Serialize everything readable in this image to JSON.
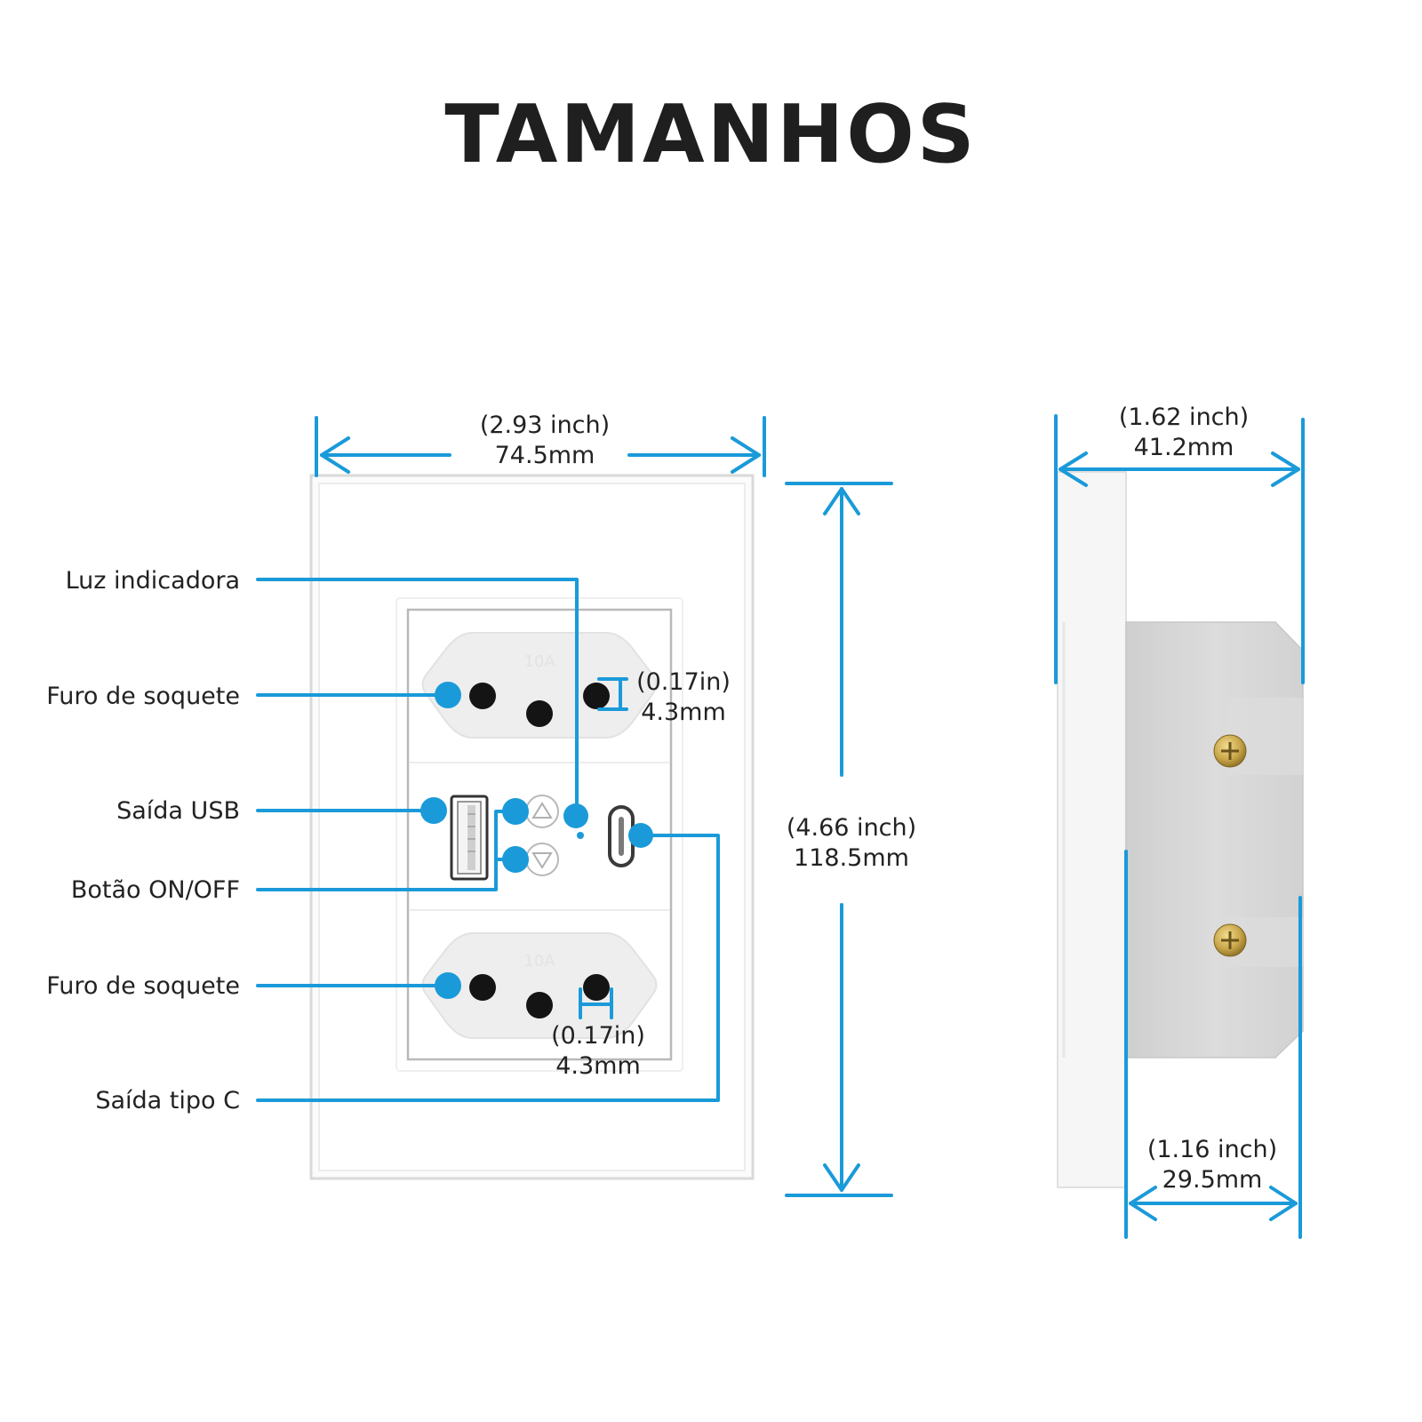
{
  "title": "TAMANHOS",
  "colors": {
    "accent": "#1a9ad9",
    "plate": "#ffffff",
    "plate_edge": "#d9d9d9",
    "body_gray": "#d6d6d6",
    "screw": "#c9a64a",
    "text": "#222222"
  },
  "callouts": {
    "indicator_light": "Luz indicadora",
    "socket_hole_top": "Furo de soquete",
    "usb_output": "Saída USB",
    "on_off_button": "Botão ON/OFF",
    "socket_hole_bottom": "Furo de soquete",
    "type_c_output": "Saída tipo C"
  },
  "dimensions": {
    "front_width": {
      "inch": "(2.93 inch)",
      "mm": "74.5mm"
    },
    "front_height": {
      "inch": "(4.66 inch)",
      "mm": "118.5mm"
    },
    "pin_top": {
      "inch": "(0.17in)",
      "mm": "4.3mm"
    },
    "pin_bottom": {
      "inch": "(0.17in)",
      "mm": "4.3mm"
    },
    "side_depth": {
      "inch": "(1.62 inch)",
      "mm": "41.2mm"
    },
    "side_body": {
      "inch": "(1.16 inch)",
      "mm": "29.5mm"
    }
  },
  "socket_rating": "10A",
  "icons": [
    "arrow-up-icon",
    "arrow-down-icon",
    "usb-a-port-icon",
    "usb-c-port-icon",
    "screw-icon"
  ]
}
